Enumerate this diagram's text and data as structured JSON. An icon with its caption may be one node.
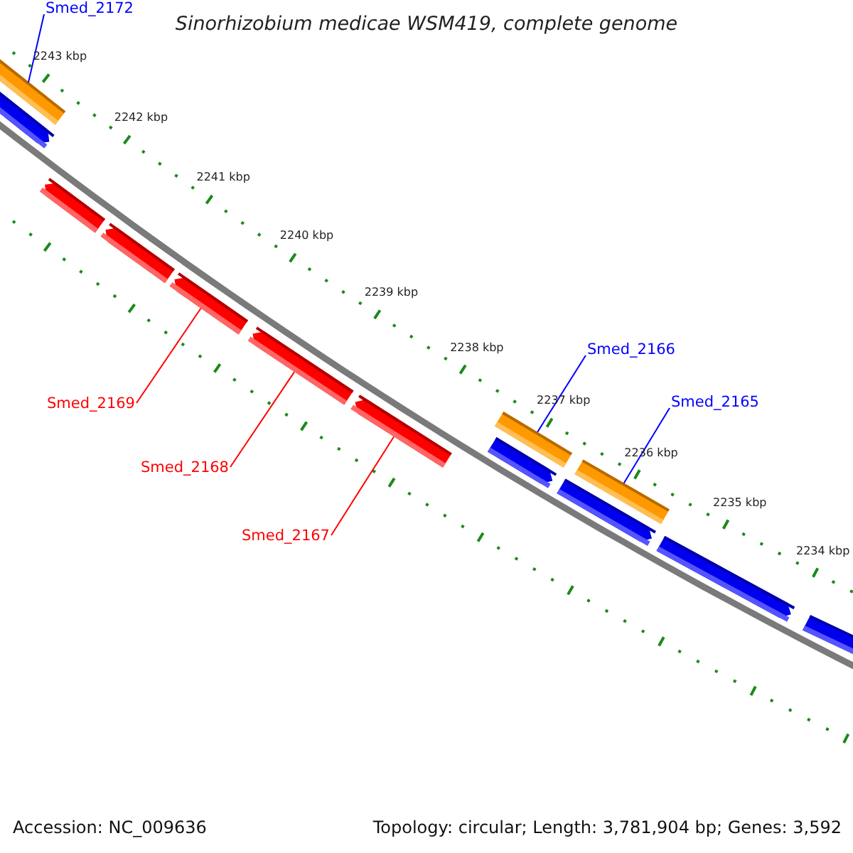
{
  "diagram": {
    "title": "Sinorhizobium medicae WSM419, complete genome",
    "nodes": [
      {
        "text": [
          "Smed_2172"
        ]
      },
      {
        "text": [],
        "shape": "bar"
      },
      {
        "text": [],
        "shape": "arrow"
      },
      {
        "text": [],
        "shape": "arrow"
      },
      {
        "text": [],
        "shape": "arrow"
      },
      {
        "text": [],
        "shape": "arrow"
      },
      {
        "text": [],
        "shape": "arrow"
      },
      {
        "text": [],
        "shape": "arrow"
      },
      {
        "text": [
          "Smed_2166"
        ]
      },
      {
        "text": [],
        "shape": "bar"
      },
      {
        "text": [],
        "shape": "arrow"
      },
      {
        "text": [
          "Smed_2165"
        ]
      },
      {
        "text": [],
        "shape": "bar"
      },
      {
        "text": [],
        "shape": "arrow"
      },
      {
        "text": [],
        "shape": "arrow"
      },
      {
        "text": [],
        "shape": "arrow"
      },
      {
        "text": [
          "Smed_2169"
        ]
      },
      {
        "text": [
          "Smed_2168"
        ]
      },
      {
        "text": [
          "Smed_2167"
        ]
      }
    ],
    "edges": [
      {
        "from": 0,
        "to": 1,
        "arrow": "none",
        "color": "#0000ff"
      },
      {
        "from": 8,
        "to": 9,
        "arrow": "none",
        "color": "#0000ff"
      },
      {
        "from": 11,
        "to": 12,
        "arrow": "none",
        "color": "#0000ff"
      },
      {
        "from": 16,
        "to": 5,
        "arrow": "none",
        "color": "#ff0000"
      },
      {
        "from": 17,
        "to": 6,
        "arrow": "none",
        "color": "#ff0000"
      },
      {
        "from": 18,
        "to": 7,
        "arrow": "none",
        "color": "#ff0000"
      }
    ],
    "labels": [
      "2243 kbp",
      "2242 kbp",
      "2241 kbp",
      "2240 kbp",
      "2239 kbp",
      "2238 kbp",
      "2237 kbp",
      "2236 kbp",
      "2235 kbp",
      "2234 kbp",
      "Accession: NC_009636",
      "Topology: circular; Length: 3,781,904 bp; Genes: 3,592"
    ]
  }
}
